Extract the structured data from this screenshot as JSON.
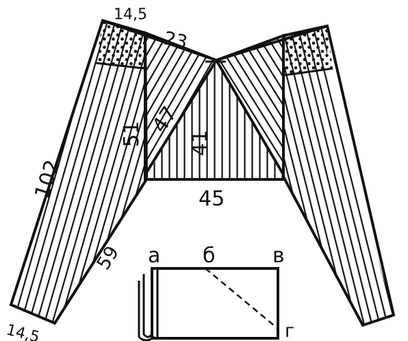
{
  "diagram": {
    "colors": {
      "ink": "#111111",
      "paper": "#ffffff"
    },
    "dimensions": {
      "top_left": "14,5",
      "top_mid": "23",
      "left_inner": "51",
      "diagonal": "47",
      "center": "41",
      "bottom": "45",
      "leg_outer": "102",
      "leg_inner": "59",
      "leg_bottom": "14,5"
    },
    "fold_labels": {
      "a": "a",
      "b": "б",
      "v": "в",
      "g": "г"
    }
  }
}
